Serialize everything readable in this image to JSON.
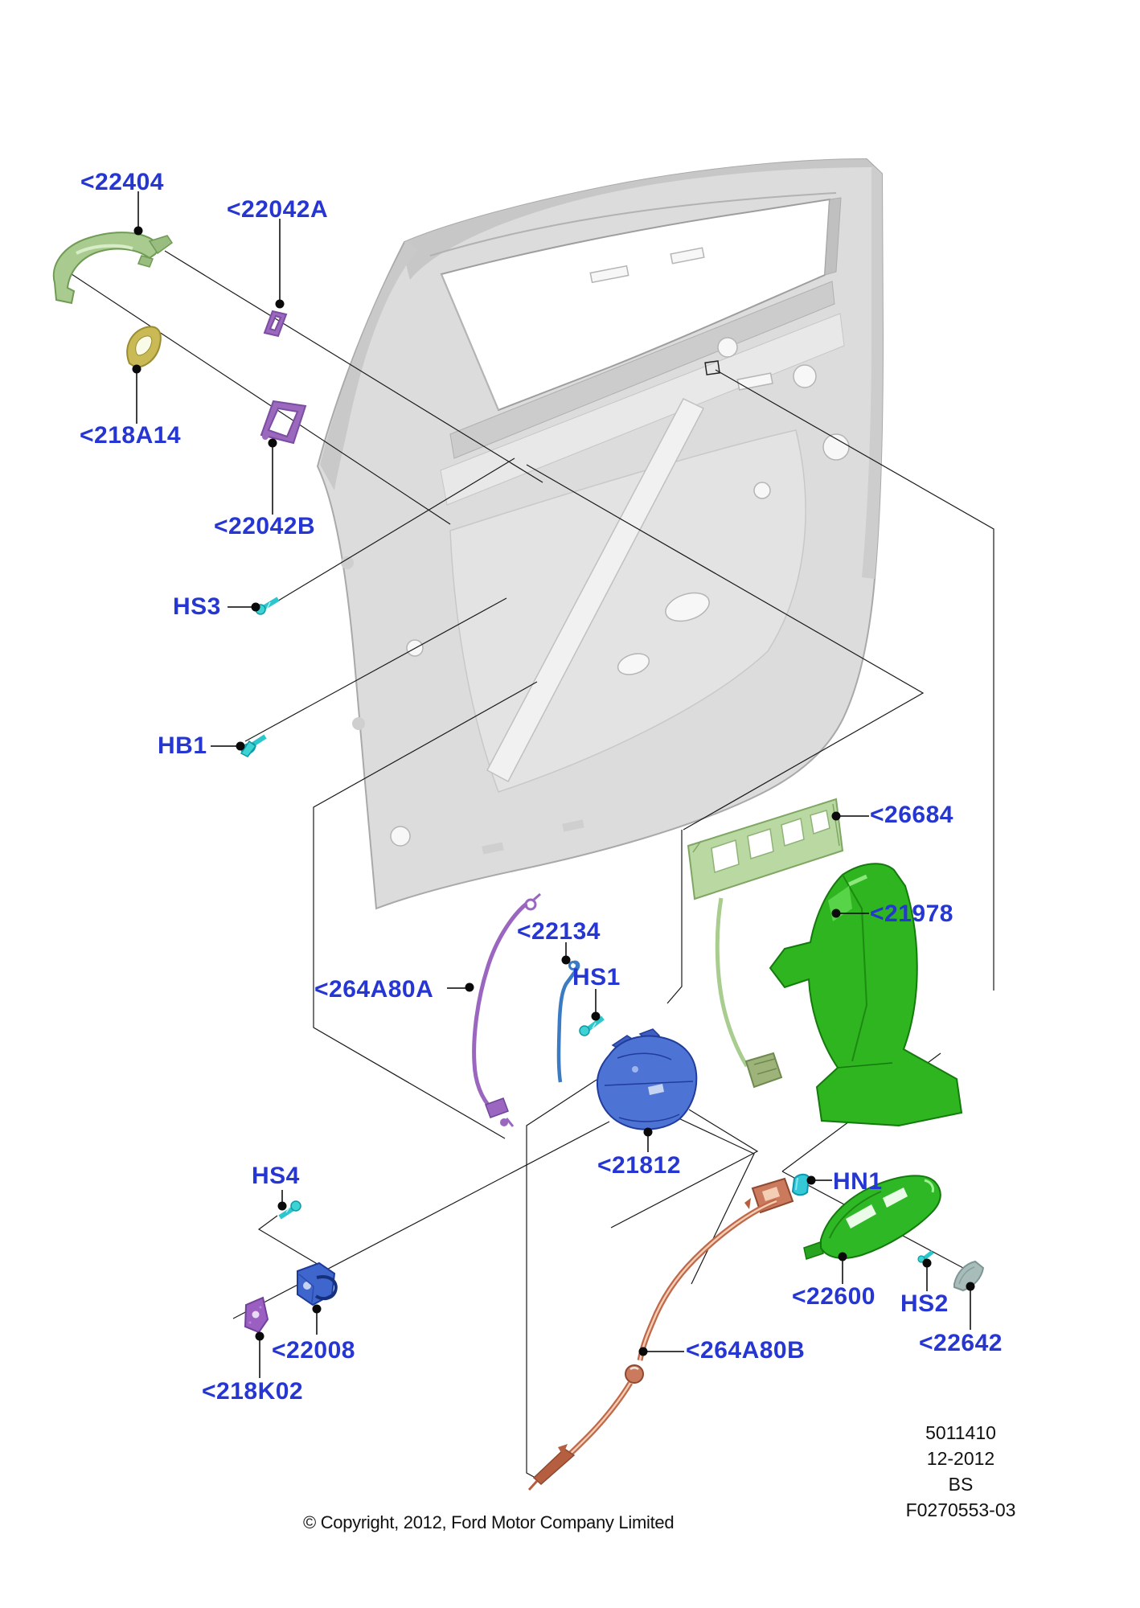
{
  "callouts": [
    {
      "id": "22404",
      "label": "<22404"
    },
    {
      "id": "22042A",
      "label": "<22042A"
    },
    {
      "id": "218A14",
      "label": "<218A14"
    },
    {
      "id": "22042B",
      "label": "<22042B"
    },
    {
      "id": "HS3",
      "label": "HS3"
    },
    {
      "id": "HB1",
      "label": "HB1"
    },
    {
      "id": "26684",
      "label": "<26684"
    },
    {
      "id": "21978",
      "label": "<21978"
    },
    {
      "id": "264A80A",
      "label": "<264A80A"
    },
    {
      "id": "22134",
      "label": "<22134"
    },
    {
      "id": "HS1",
      "label": "HS1"
    },
    {
      "id": "21812",
      "label": "<21812"
    },
    {
      "id": "HS4",
      "label": "HS4"
    },
    {
      "id": "22008",
      "label": "<22008"
    },
    {
      "id": "218K02",
      "label": "<218K02"
    },
    {
      "id": "264A80B",
      "label": "<264A80B"
    },
    {
      "id": "HN1",
      "label": "HN1"
    },
    {
      "id": "22600",
      "label": "<22600"
    },
    {
      "id": "HS2",
      "label": "HS2"
    },
    {
      "id": "22642",
      "label": "<22642"
    }
  ],
  "plate": {
    "catalog_number": "5011410",
    "date": "12-2012",
    "market": "BS",
    "figure_number": "F0270553-03"
  },
  "copyright": "© Copyright, 2012, Ford Motor Company Limited",
  "colors": {
    "callout_blue": "#2636d2",
    "leader_black": "#000000",
    "door_gray": "#dcdcdc",
    "part_light_green": "#a9cb8f",
    "part_bright_green": "#2eb51f",
    "part_purple": "#9a68bd",
    "part_olive_yellow": "#c9ba55",
    "part_cyan_fastener": "#3ed3d3",
    "part_blue_latch": "#4d74d4",
    "part_steel_blue_rod": "#3b7bc4",
    "part_salmon_cable": "#cc7a5e",
    "part_gray_teal": "#a8bcba"
  }
}
